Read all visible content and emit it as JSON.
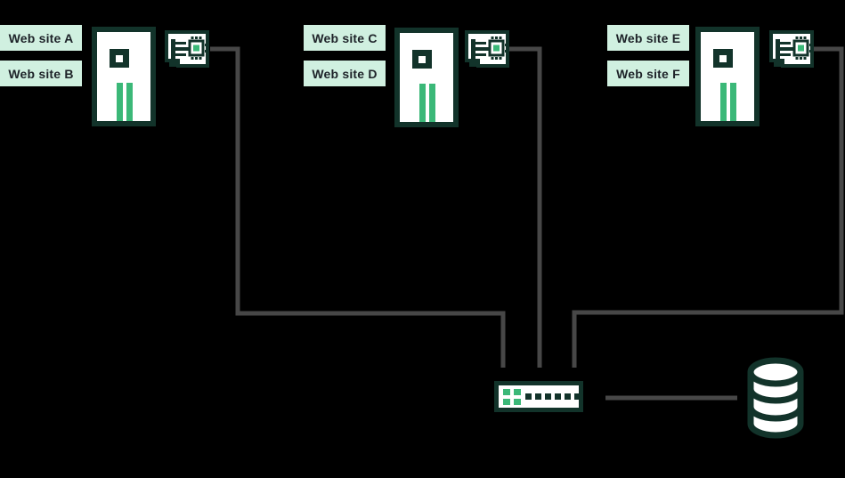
{
  "diagram": {
    "groups": [
      {
        "name": "server-1",
        "labels": [
          "Web site A",
          "Web site B"
        ]
      },
      {
        "name": "server-2",
        "labels": [
          "Web site C",
          "Web site D"
        ]
      },
      {
        "name": "server-3",
        "labels": [
          "Web site E",
          "Web site F"
        ]
      }
    ],
    "icons": {
      "server": "server-tower-icon",
      "nic": "network-interface-card-icon",
      "switch": "network-switch-icon",
      "database": "database-cylinder-icon"
    },
    "colors": {
      "background": "#000000",
      "outline": "#12332a",
      "green": "#3bb878",
      "label_bg": "#d0f0e0",
      "label_text": "#1d2228",
      "wire": "#474747",
      "white": "#ffffff"
    }
  }
}
